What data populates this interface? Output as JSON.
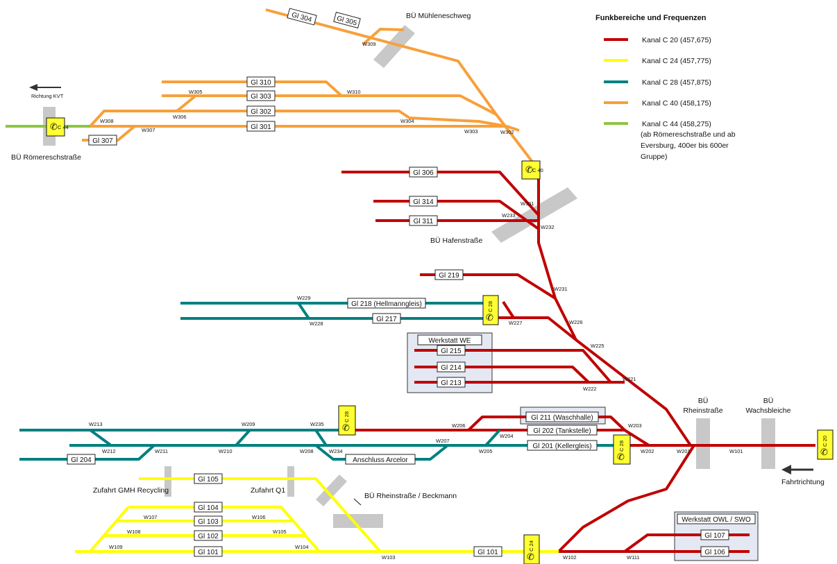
{
  "legend": {
    "title": "Funkbereiche und Frequenzen",
    "items": [
      {
        "label": "Kanal C 20 (457,675)",
        "color": "#c00000"
      },
      {
        "label": "Kanal C 24 (457,775)",
        "color": "#ffff00"
      },
      {
        "label": "Kanal C 28 (457,875)",
        "color": "#008080"
      },
      {
        "label": "Kanal C 40 (458,175)",
        "color": "#f7a03a"
      },
      {
        "label": "Kanal C 44 (458,275)",
        "color": "#8cc63f"
      }
    ],
    "note_lines": [
      "(ab Römereschstraße und ab",
      "Eversburg, 400er bis 600er",
      "Gruppe)"
    ]
  },
  "crossings": [
    "BÜ Mühleneschweg",
    "BÜ Römereschstraße",
    "BÜ Hafenstraße",
    "BÜ Rheinstraße / Beckmann",
    "BÜ",
    "Rheinstraße",
    "BÜ",
    "Wachsbleiche"
  ],
  "labels": {
    "richtung_kvt": "Richtung KVT",
    "fahrtrichtung": "Fahrtrichtung",
    "zufahrt_gmh": "Zufahrt GMH Recycling",
    "zufahrt_q1": "Zufahrt Q1",
    "werkstatt_we": "Werkstatt WE",
    "werkstatt_owl": "Werkstatt OWL / SWO"
  },
  "phones": [
    "C 44",
    "C 40",
    "C 28",
    "C 28",
    "C 28",
    "C 20",
    "C 24"
  ],
  "tracks": [
    "Gl 304",
    "Gl 305",
    "Gl 310",
    "Gl 303",
    "Gl 302",
    "Gl 301",
    "Gl 307",
    "Gl 306",
    "Gl 314",
    "Gl 311",
    "Gl 219",
    "Gl 218 (Hellmanngleis)",
    "Gl 217",
    "Gl 215",
    "Gl 214",
    "Gl 213",
    "Gl 211 (Waschhalle)",
    "Gl 202 (Tankstelle)",
    "Gl 201 (Kellergleis)",
    "Gl 204",
    "Anschluss Arcelor",
    "Gl 105",
    "Gl 104",
    "Gl 103",
    "Gl 102",
    "Gl 101",
    "Gl 101",
    "Gl 107",
    "Gl 106"
  ],
  "switches": [
    "W309",
    "W310",
    "W305",
    "W306",
    "W308",
    "W307",
    "W304",
    "W303",
    "W302",
    "W301",
    "W233",
    "W232",
    "W231",
    "W229",
    "W228",
    "W227",
    "W226",
    "W225",
    "W222",
    "W221",
    "W213",
    "W212",
    "W211",
    "W209",
    "W210",
    "W235",
    "W208",
    "W234",
    "W206",
    "W207",
    "W204",
    "W205",
    "W203",
    "W202",
    "W201",
    "W101",
    "W107",
    "W106",
    "W108",
    "W105",
    "W109",
    "W104",
    "W103",
    "W102",
    "W111"
  ]
}
